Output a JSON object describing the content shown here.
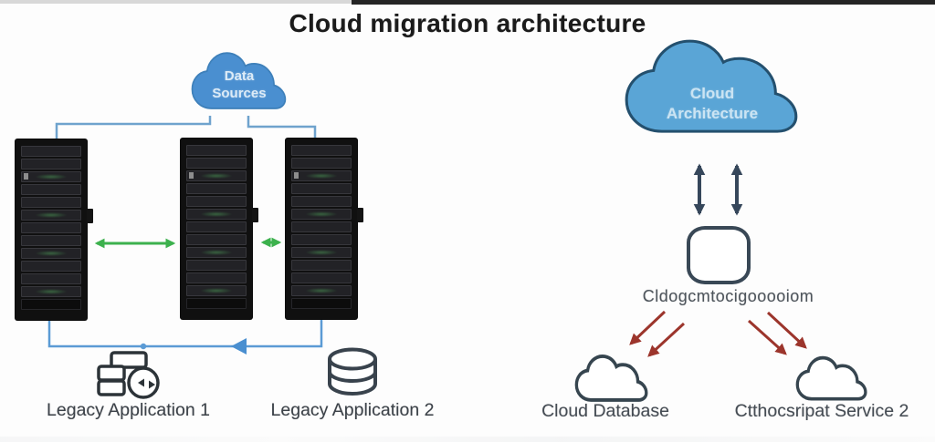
{
  "title": "Cloud migration architecture",
  "left_section": {
    "data_sources_cloud": {
      "line1": "Data",
      "line2": "Sources"
    },
    "legacy_application_1": "Legacy Application 1",
    "legacy_application_2": "Legacy Application 2"
  },
  "right_section": {
    "cloud_architecture": {
      "line1": "Cloud",
      "line2": "Architecture"
    },
    "migration_component_label": "Cldogcmtocigooooiom",
    "cloud_database_label": "Cloud Database",
    "cloud_service_label": "Ctthocsripat Service 2"
  },
  "colors": {
    "big_cloud_fill": "#5aa5d6",
    "big_cloud_outline": "#24506e",
    "small_cloud_fill": "#4a8fd0",
    "connector_blue": "#5b9bd5",
    "arrow_green": "#3cb14d",
    "arrow_red": "#9c352c",
    "arrow_navy": "#36475b",
    "outline_slate": "#36454f"
  }
}
